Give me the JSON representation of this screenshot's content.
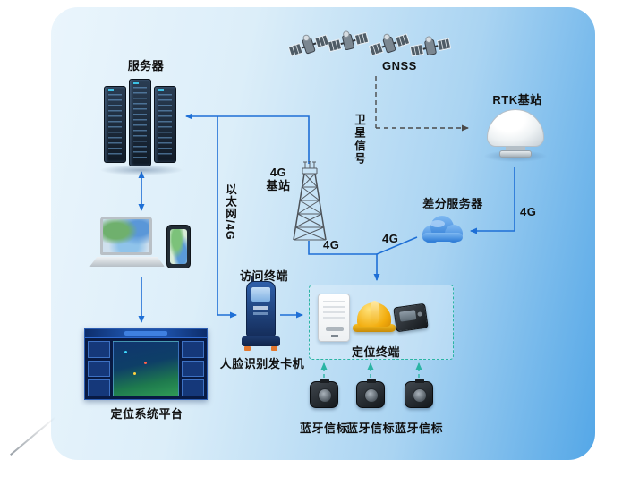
{
  "nodes": {
    "server": "服务器",
    "gnss": "GNSS",
    "rtk_station": "RTK基站",
    "tower_line1": "4G",
    "tower_line2": "基站",
    "diff_server": "差分服务器",
    "access_terminal": "访问终端",
    "face_card_machine": "人脸识别发卡机",
    "positioning_terminal": "定位终端",
    "platform": "定位系统平台",
    "beacons": [
      {
        "label": "蓝牙信标"
      },
      {
        "label": "蓝牙信标"
      },
      {
        "label": "蓝牙信标"
      }
    ]
  },
  "links": {
    "satellite_signal": "卫星信号",
    "ethernet_4g": "以太网/4G",
    "g4_tower_terminal": "4G",
    "g4_cloud_terminal": "4G",
    "g4_rtk_cloud": "4G"
  },
  "colors": {
    "arrow_blue": "#1e6fd6",
    "dashed_teal": "#2ab4a4",
    "dashed_dark": "#4a4a4a",
    "panel_gradient_start": "#eaf5fc",
    "panel_gradient_end": "#54a7e7",
    "helmet_yellow": "#f2ac0d"
  }
}
